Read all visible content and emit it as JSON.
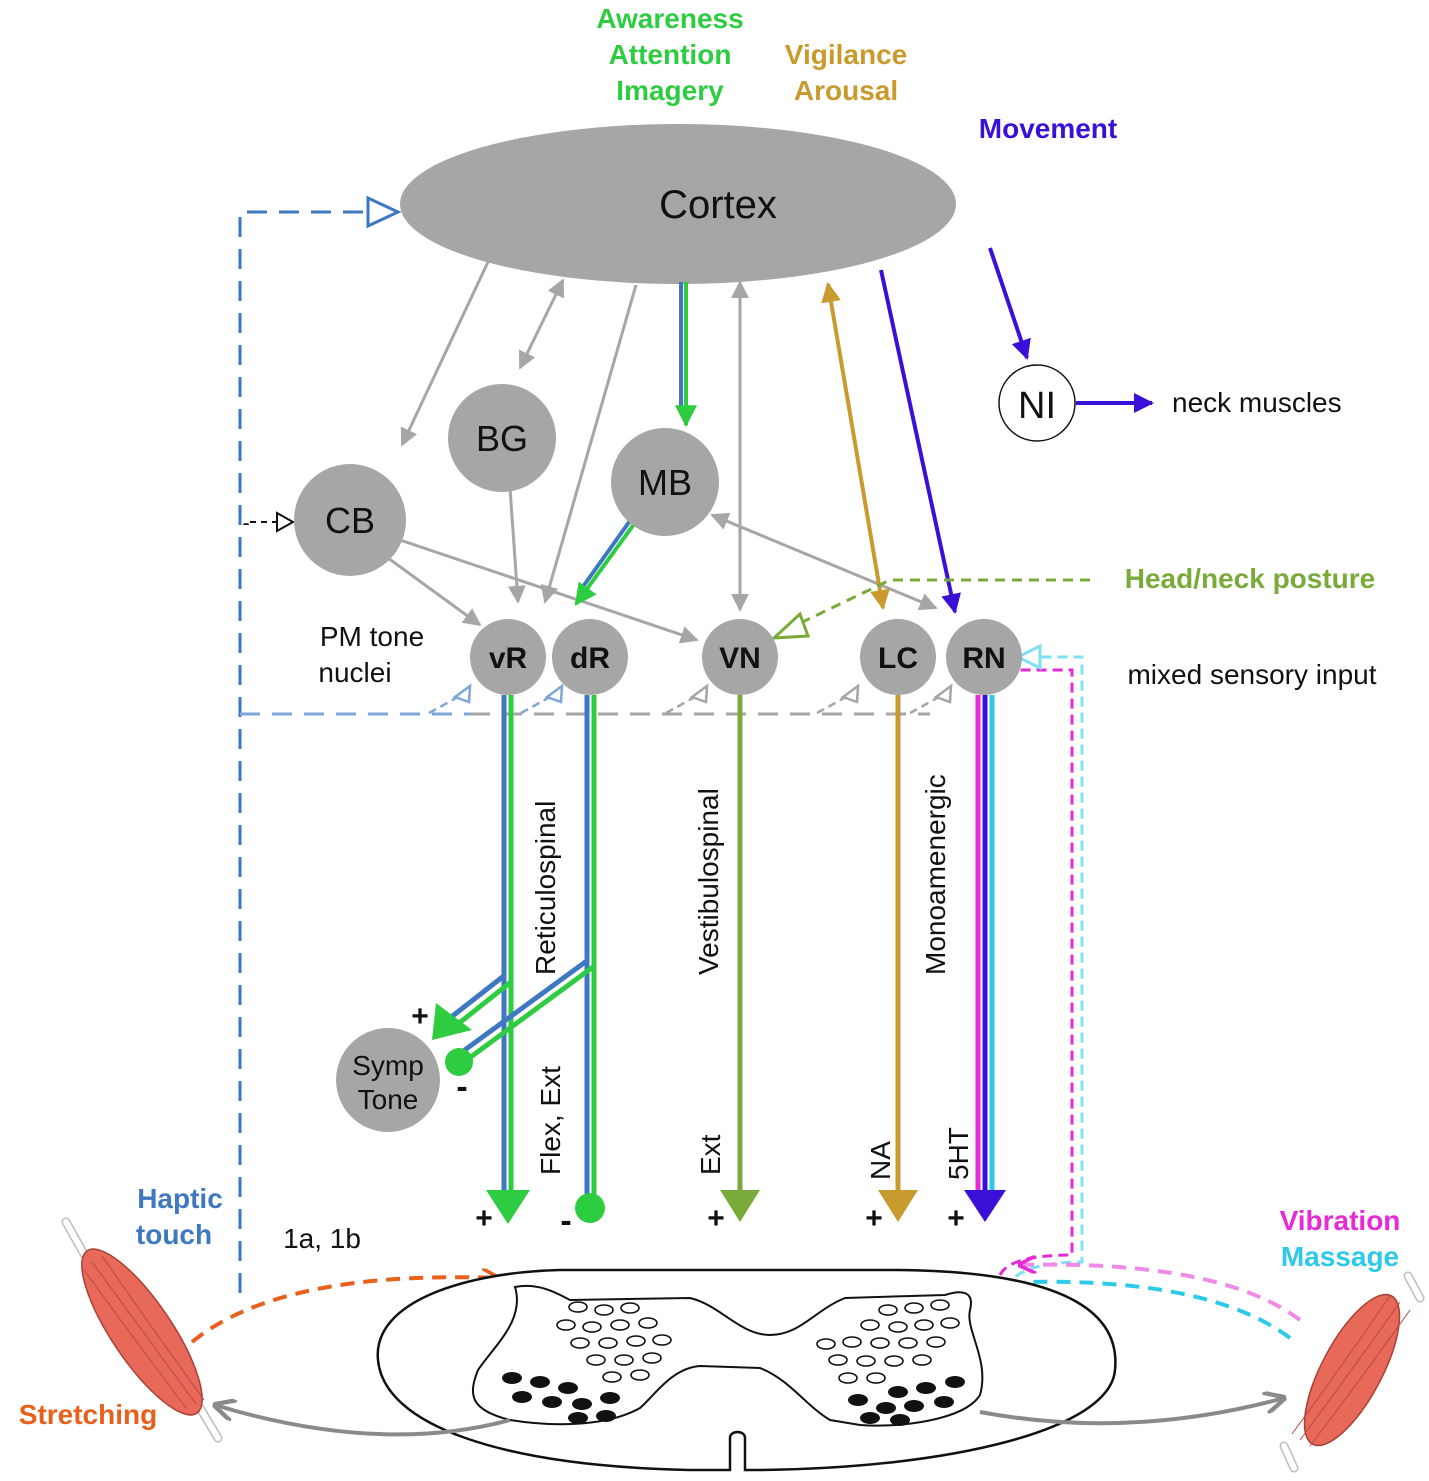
{
  "labels": {
    "awareness": "Awareness",
    "attention": "Attention",
    "imagery": "Imagery",
    "vigilance": "Vigilance",
    "arousal": "Arousal",
    "movement": "Movement",
    "head_neck_posture": "Head/neck posture",
    "mixed_sensory_input": "mixed sensory input",
    "neck_muscles": "neck muscles",
    "pm_tone_1": "PM tone",
    "pm_tone_2": "nuclei",
    "haptic": "Haptic",
    "touch": "touch",
    "one_a_one_b": "1a, 1b",
    "stretching": "Stretching",
    "vibration": "Vibration",
    "massage": "Massage"
  },
  "nodes": {
    "cortex": "Cortex",
    "ni": "NI",
    "bg": "BG",
    "mb": "MB",
    "cb": "CB",
    "vr": "vR",
    "dr": "dR",
    "vn": "VN",
    "lc": "LC",
    "rn": "RN",
    "symp_1": "Symp",
    "symp_2": "Tone"
  },
  "tracts": {
    "reticulospinal": "Reticulospinal",
    "vestibulospinal": "Vestibulospinal",
    "monoamenergic": "Monoamenergic",
    "flex_ext": "Flex, Ext",
    "ext": "Ext",
    "na": "NA",
    "fiveht": "5HT"
  },
  "signs": {
    "plus": "+",
    "minus": "-"
  },
  "colors": {
    "grey": "#a6a6a6",
    "green": "#2ecc40",
    "blue": "#3e78c2",
    "gold": "#c99a2e",
    "purple": "#3a10d8",
    "olive": "#7aab3a",
    "orange": "#e8601c",
    "magenta": "#e62ad8",
    "cyan": "#2ec8e8",
    "muscle": "#e8695a"
  }
}
